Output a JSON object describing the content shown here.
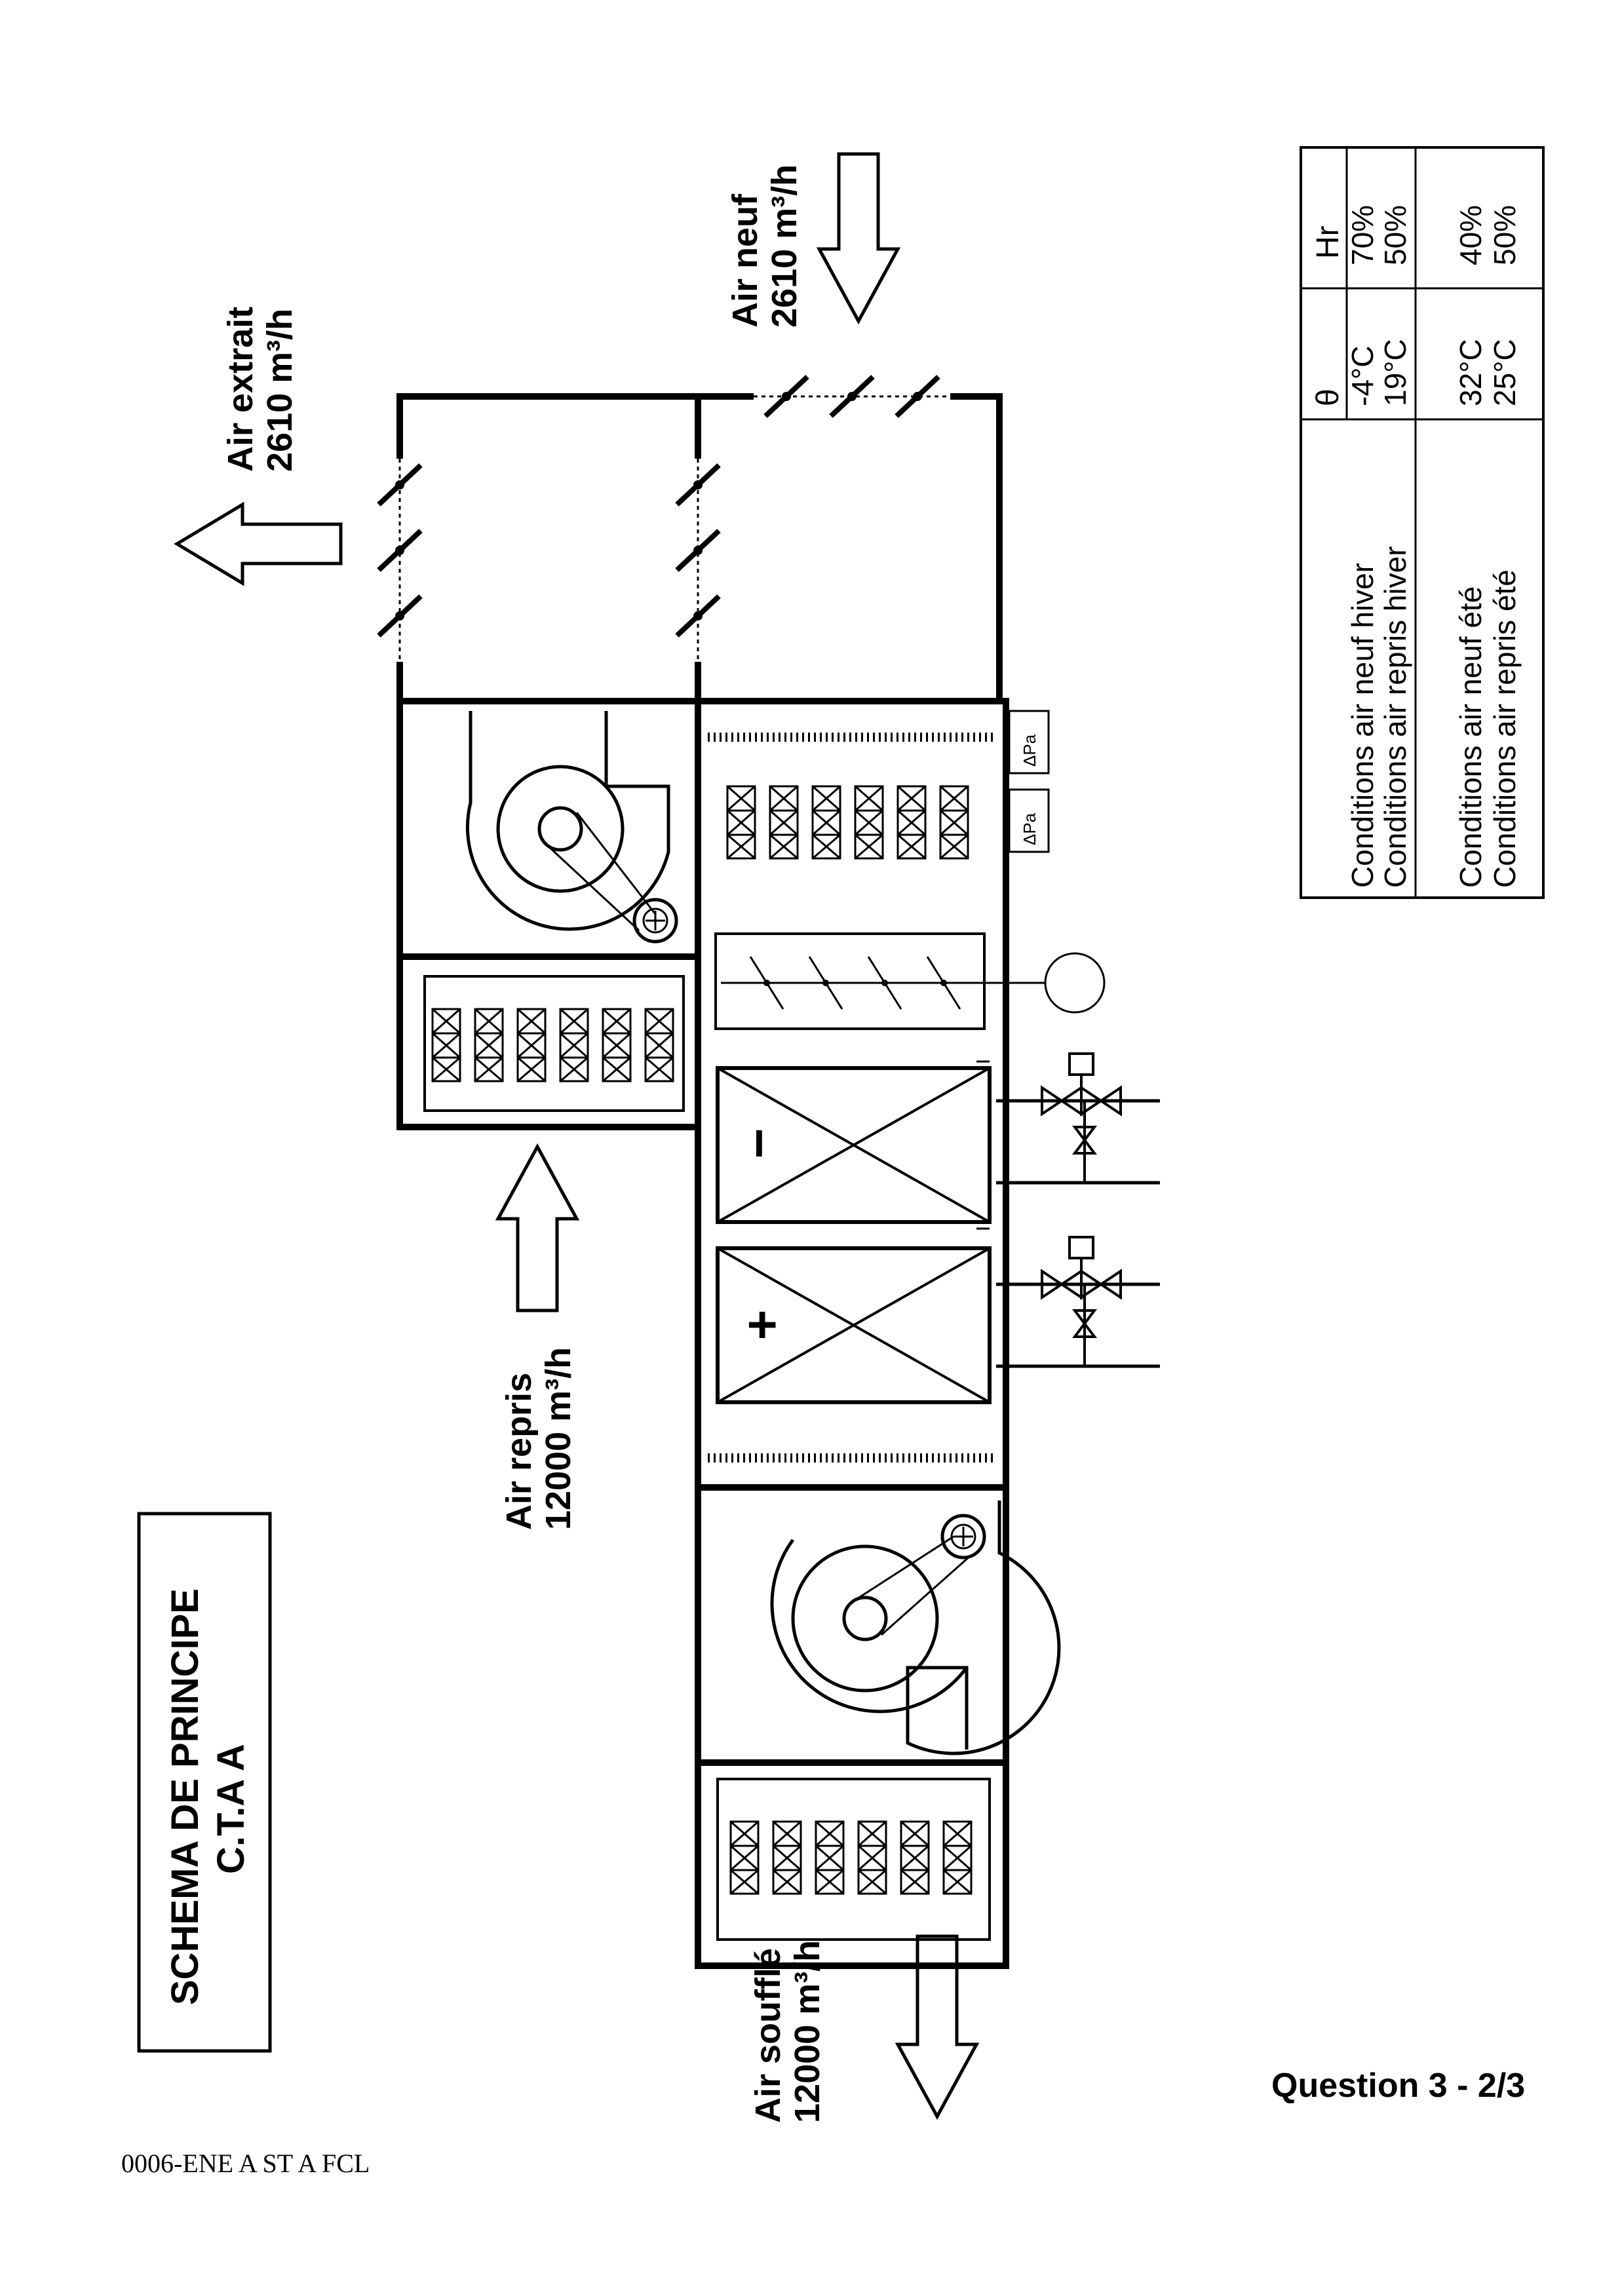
{
  "title": {
    "line1": "SCHEMA DE PRINCIPE",
    "line2": "C.T.A A"
  },
  "flows": {
    "extrait": {
      "label": "Air extrait",
      "value": "2610 m³/h"
    },
    "neuf": {
      "label": "Air neuf",
      "value": "2610 m³/h"
    },
    "repris": {
      "label": "Air repris",
      "value": "12000 m³/h"
    },
    "souffle": {
      "label": "Air soufflé",
      "value": "12000 m³/h"
    }
  },
  "coils": {
    "cooling_symbol": "−",
    "heating_symbol": "+"
  },
  "sensors": {
    "dp_label": "ΔPa"
  },
  "conditions_table": {
    "headers": {
      "theta": "θ",
      "hr": "Hr"
    },
    "rows": [
      {
        "label": "Conditions air neuf hiver",
        "theta": "-4°C",
        "hr": "70%"
      },
      {
        "label": "Conditions air repris hiver",
        "theta": "19°C",
        "hr": "50%"
      },
      {
        "label": "Conditions air neuf été",
        "theta": "32°C",
        "hr": "40%"
      },
      {
        "label": "Conditions air repris été",
        "theta": "25°C",
        "hr": "50%"
      }
    ]
  },
  "question": "Question 3 - 2/3",
  "footer_code": "0006-ENE A ST A FCL"
}
